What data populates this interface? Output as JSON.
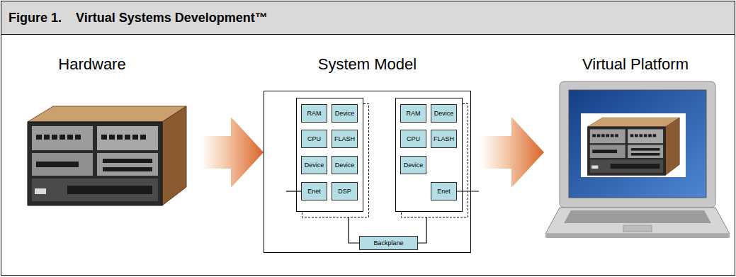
{
  "diagram": {
    "title": "Figure 1.    Virtual Systems Development™",
    "nodes": [
      {
        "text": [
          "System Model"
        ]
      },
      {
        "text": [],
        "in": 0
      },
      {
        "text": [
          "RAM"
        ],
        "in": 1
      },
      {
        "text": [
          "Device"
        ],
        "in": 1
      },
      {
        "text": [
          "CPU"
        ],
        "in": 1
      },
      {
        "text": [
          "FLASH"
        ],
        "in": 1
      },
      {
        "text": [
          "Device"
        ],
        "in": 1
      },
      {
        "text": [
          "Device"
        ],
        "in": 1
      },
      {
        "text": [
          "Enet"
        ],
        "in": 1
      },
      {
        "text": [
          "DSP"
        ],
        "in": 1
      },
      {
        "text": [],
        "in": 0
      },
      {
        "text": [
          "RAM"
        ],
        "in": 10
      },
      {
        "text": [
          "Device"
        ],
        "in": 10
      },
      {
        "text": [
          "CPU"
        ],
        "in": 10
      },
      {
        "text": [
          "FLASH"
        ],
        "in": 10
      },
      {
        "text": [
          "Device"
        ],
        "in": 10
      },
      {
        "text": [
          "Enet"
        ],
        "in": 10
      },
      {
        "text": [
          "Backplane"
        ],
        "in": 0
      }
    ],
    "edges": [
      {
        "from": 1,
        "to": 17,
        "arrow": "none"
      },
      {
        "from": 10,
        "to": 17,
        "arrow": "none"
      }
    ],
    "labels": [
      "Hardware",
      "Virtual Platform"
    ]
  }
}
